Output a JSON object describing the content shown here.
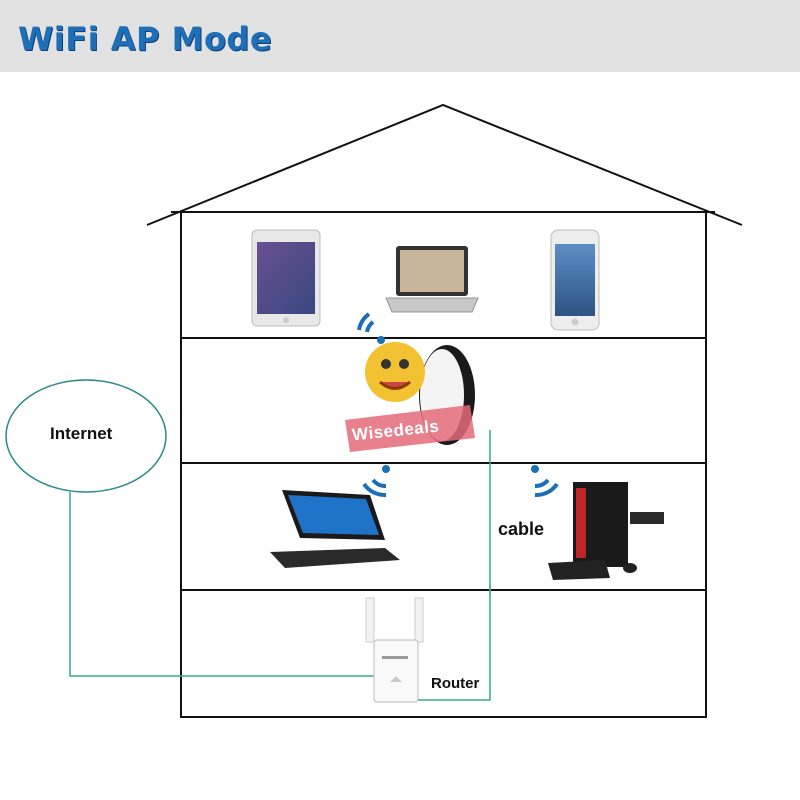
{
  "header": {
    "title": "WiFi AP Mode"
  },
  "labels": {
    "internet": "Internet",
    "cable": "cable",
    "router": "Router"
  },
  "watermark": {
    "text": "Wisedeals"
  },
  "colors": {
    "banner_bg": "#e2e2e2",
    "title": "#1f6fb8",
    "house_lines": "#111111",
    "cloud_outline": "#2a8a8a",
    "cable_line": "#3aa59a",
    "wifi_signal": "#1a6fb5"
  },
  "icons": {
    "devices": [
      "tablet-icon",
      "laptop-icon",
      "smartphone-icon",
      "convertible-laptop-icon",
      "desktop-pc-icon"
    ],
    "network": [
      "wifi-extender-icon",
      "router-icon",
      "wifi-signal-icon"
    ]
  }
}
